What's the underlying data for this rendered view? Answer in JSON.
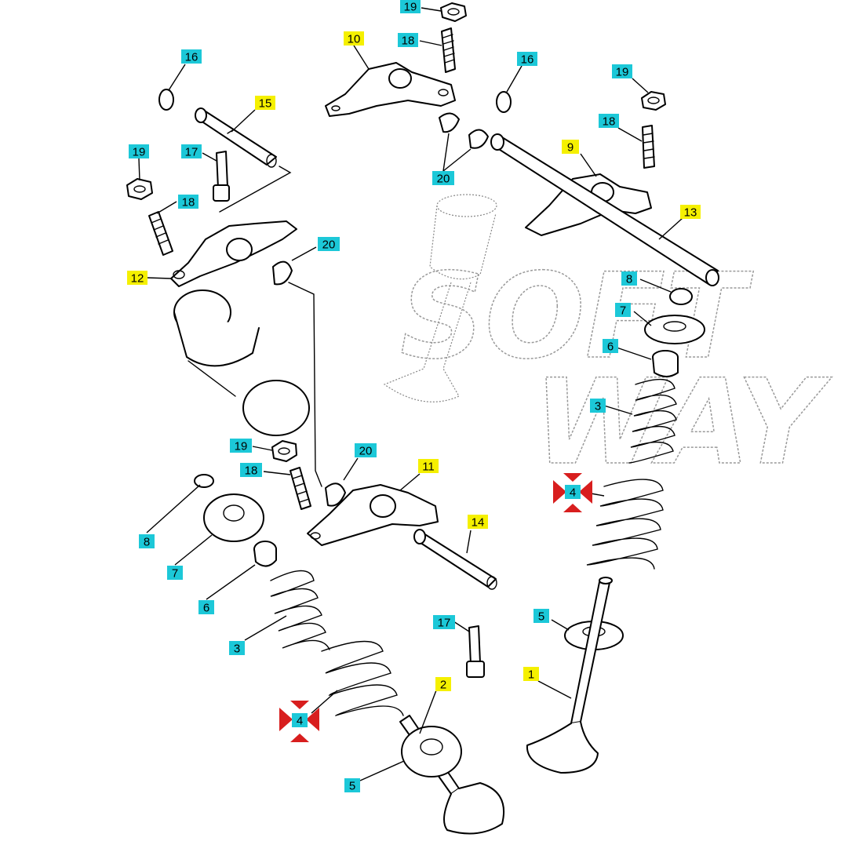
{
  "watermark": {
    "line1": "SOFT",
    "line2": "WAY"
  },
  "colors": {
    "label_cyan": "#1cc8d8",
    "label_yellow": "#f5f000",
    "marker_red": "#d81e1e",
    "background": "#ffffff"
  },
  "callouts": [
    {
      "id": "c19a",
      "text": "19",
      "color": "cyan"
    },
    {
      "id": "c10",
      "text": "10",
      "color": "yellow"
    },
    {
      "id": "c18a",
      "text": "18",
      "color": "cyan"
    },
    {
      "id": "c16a",
      "text": "16",
      "color": "cyan"
    },
    {
      "id": "c16b",
      "text": "16",
      "color": "cyan"
    },
    {
      "id": "c19b",
      "text": "19",
      "color": "cyan"
    },
    {
      "id": "c15",
      "text": "15",
      "color": "yellow"
    },
    {
      "id": "c18b",
      "text": "18",
      "color": "cyan"
    },
    {
      "id": "c19c",
      "text": "19",
      "color": "cyan"
    },
    {
      "id": "c17a",
      "text": "17",
      "color": "cyan"
    },
    {
      "id": "c9",
      "text": "9",
      "color": "yellow"
    },
    {
      "id": "c20a",
      "text": "20",
      "color": "cyan"
    },
    {
      "id": "c18c",
      "text": "18",
      "color": "cyan"
    },
    {
      "id": "c13",
      "text": "13",
      "color": "yellow"
    },
    {
      "id": "c20b",
      "text": "20",
      "color": "cyan"
    },
    {
      "id": "c12",
      "text": "12",
      "color": "yellow"
    },
    {
      "id": "c8a",
      "text": "8",
      "color": "cyan"
    },
    {
      "id": "c7a",
      "text": "7",
      "color": "cyan"
    },
    {
      "id": "c6a",
      "text": "6",
      "color": "cyan"
    },
    {
      "id": "c3a",
      "text": "3",
      "color": "cyan"
    },
    {
      "id": "c19d",
      "text": "19",
      "color": "cyan"
    },
    {
      "id": "c20c",
      "text": "20",
      "color": "cyan"
    },
    {
      "id": "c11",
      "text": "11",
      "color": "yellow"
    },
    {
      "id": "c18d",
      "text": "18",
      "color": "cyan"
    },
    {
      "id": "c4a",
      "text": "4",
      "color": "cyan"
    },
    {
      "id": "c14",
      "text": "14",
      "color": "yellow"
    },
    {
      "id": "c8b",
      "text": "8",
      "color": "cyan"
    },
    {
      "id": "c7b",
      "text": "7",
      "color": "cyan"
    },
    {
      "id": "c5a",
      "text": "5",
      "color": "cyan"
    },
    {
      "id": "c6b",
      "text": "6",
      "color": "cyan"
    },
    {
      "id": "c17b",
      "text": "17",
      "color": "cyan"
    },
    {
      "id": "c1",
      "text": "1",
      "color": "yellow"
    },
    {
      "id": "c3b",
      "text": "3",
      "color": "cyan"
    },
    {
      "id": "c2",
      "text": "2",
      "color": "yellow"
    },
    {
      "id": "c4b",
      "text": "4",
      "color": "cyan"
    },
    {
      "id": "c5b",
      "text": "5",
      "color": "cyan"
    }
  ]
}
